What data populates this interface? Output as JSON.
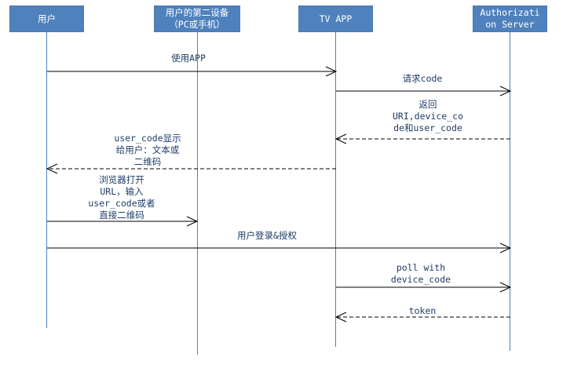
{
  "diagram_type": "sequence",
  "actors": [
    {
      "id": "user",
      "label": "用户"
    },
    {
      "id": "second-device",
      "label": "用户的第二设备\n（PC或手机）"
    },
    {
      "id": "tv-app",
      "label": "TV APP"
    },
    {
      "id": "auth-server",
      "label": "Authorizati\non Server"
    }
  ],
  "messages": [
    {
      "from": "user",
      "to": "tv-app",
      "label": "使用APP",
      "style": "solid"
    },
    {
      "from": "tv-app",
      "to": "auth-server",
      "label": "请求code",
      "style": "solid"
    },
    {
      "from": "auth-server",
      "to": "tv-app",
      "label": "返回\nURI,device_co\nde和user_code",
      "style": "dashed"
    },
    {
      "from": "tv-app",
      "to": "user",
      "label": "user_code显示\n给用户：文本或\n二维码",
      "style": "dashed"
    },
    {
      "from": "user",
      "to": "second-device",
      "label": "浏览器打开\nURL，输入\nuser_code或者\n直接二维码",
      "style": "solid"
    },
    {
      "from": "user",
      "to": "auth-server",
      "label": "用户登录&授权",
      "style": "solid"
    },
    {
      "from": "tv-app",
      "to": "auth-server",
      "label": "poll with\ndevice_code",
      "style": "solid"
    },
    {
      "from": "auth-server",
      "to": "tv-app",
      "label": "token",
      "style": "dashed"
    }
  ],
  "colors": {
    "actor_fill": "#4f81bd",
    "actor_text": "#ffffff",
    "lifeline": "#4f81bd",
    "arrow": "#000000",
    "label": "#1f3d66"
  }
}
